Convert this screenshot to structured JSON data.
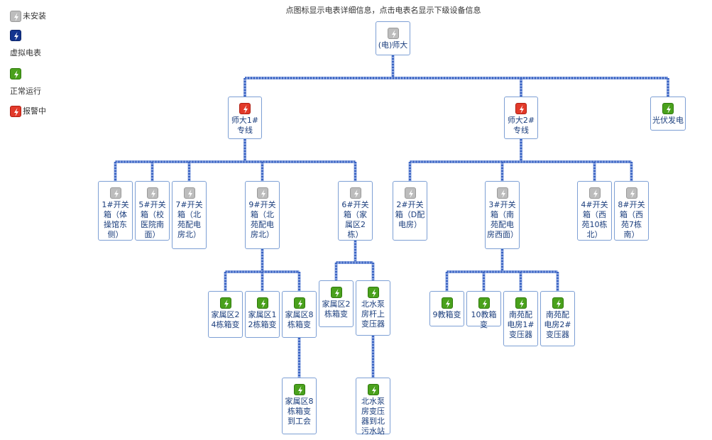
{
  "hint": "点图标显示电表详细信息，点击电表名显示下级设备信息",
  "legend": [
    {
      "type": "inst",
      "label": "未安装",
      "icon": "meter-uninstalled-icon"
    },
    {
      "type": "virt",
      "label": "虚拟电表",
      "icon": "meter-virtual-icon"
    },
    {
      "type": "norm",
      "label": "正常运行",
      "icon": "meter-normal-icon"
    },
    {
      "type": "alarm",
      "label": "报警中",
      "icon": "meter-alarm-icon"
    }
  ],
  "status_colors": {
    "inst": "#bdbdbd",
    "virt": "#13348f",
    "norm": "#4aa11c",
    "alarm": "#e23a2a"
  },
  "nodes": [
    {
      "id": "root",
      "label": "(电)师大",
      "status": "inst"
    },
    {
      "id": "sd1",
      "label": "师大1#专线",
      "status": "alarm"
    },
    {
      "id": "sd2",
      "label": "师大2#专线",
      "status": "alarm"
    },
    {
      "id": "pv",
      "label": "光伏发电",
      "status": "norm"
    },
    {
      "id": "k1",
      "label": "1#开关箱（体操馆东侧）",
      "status": "inst"
    },
    {
      "id": "k5",
      "label": "5#开关箱（校医院南面）",
      "status": "inst"
    },
    {
      "id": "k7",
      "label": "7#开关箱（北苑配电房北）",
      "status": "inst"
    },
    {
      "id": "k9",
      "label": "9#开关箱（北苑配电房北）",
      "status": "inst"
    },
    {
      "id": "k6",
      "label": "6#开关箱（家属区2栋）",
      "status": "inst"
    },
    {
      "id": "k2",
      "label": "2#开关箱（D配电房）",
      "status": "inst"
    },
    {
      "id": "k3",
      "label": "3#开关箱（南苑配电房西面）",
      "status": "inst"
    },
    {
      "id": "k4",
      "label": "4#开关箱（西苑10栋北）",
      "status": "inst"
    },
    {
      "id": "k8",
      "label": "8#开关箱（西苑7栋南）",
      "status": "inst"
    },
    {
      "id": "j24",
      "label": "家属区24栋箱变",
      "status": "norm"
    },
    {
      "id": "j12",
      "label": "家属区12栋箱变",
      "status": "norm"
    },
    {
      "id": "j8",
      "label": "家属区8栋箱变",
      "status": "norm"
    },
    {
      "id": "j2",
      "label": "家属区2栋箱变",
      "status": "norm"
    },
    {
      "id": "bs",
      "label": "北水泵房杆上变压器",
      "status": "norm"
    },
    {
      "id": "b9",
      "label": "9教箱变",
      "status": "norm"
    },
    {
      "id": "b10",
      "label": "10教箱变",
      "status": "norm"
    },
    {
      "id": "n1",
      "label": "南苑配电房1#变压器",
      "status": "norm"
    },
    {
      "id": "n2",
      "label": "南苑配电房2#变压器",
      "status": "norm"
    },
    {
      "id": "j8g",
      "label": "家属区8栋箱变到工会",
      "status": "norm"
    },
    {
      "id": "bsw",
      "label": "北水泵房变压器到北污水站",
      "status": "norm"
    }
  ],
  "edges": [
    [
      "root",
      "sd1"
    ],
    [
      "root",
      "sd2"
    ],
    [
      "root",
      "pv"
    ],
    [
      "sd1",
      "k1"
    ],
    [
      "sd1",
      "k5"
    ],
    [
      "sd1",
      "k7"
    ],
    [
      "sd1",
      "k9"
    ],
    [
      "sd1",
      "k6"
    ],
    [
      "sd2",
      "k2"
    ],
    [
      "sd2",
      "k3"
    ],
    [
      "sd2",
      "k4"
    ],
    [
      "sd2",
      "k8"
    ],
    [
      "k9",
      "j24"
    ],
    [
      "k9",
      "j12"
    ],
    [
      "k9",
      "j8"
    ],
    [
      "k6",
      "j2"
    ],
    [
      "k6",
      "bs"
    ],
    [
      "k3",
      "b9"
    ],
    [
      "k3",
      "b10"
    ],
    [
      "k3",
      "n1"
    ],
    [
      "k3",
      "n2"
    ],
    [
      "j8",
      "j8g"
    ],
    [
      "bs",
      "bsw"
    ]
  ]
}
